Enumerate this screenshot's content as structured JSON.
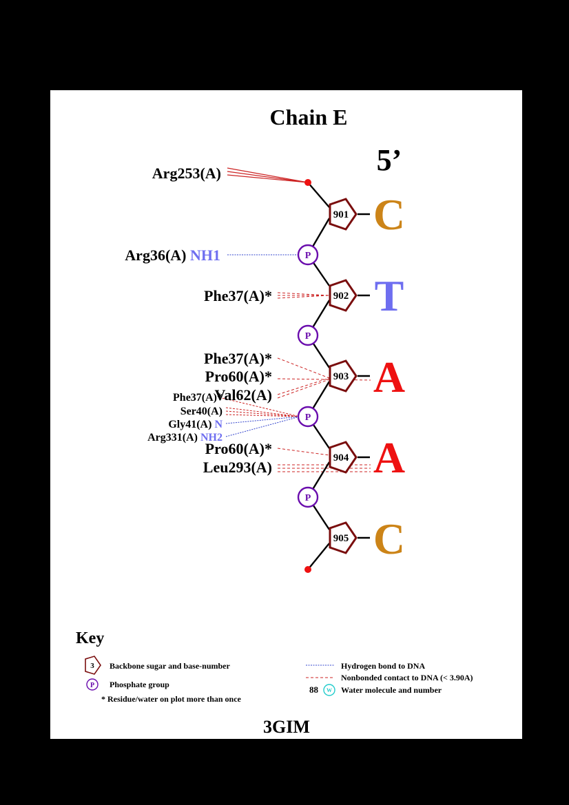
{
  "title": "Chain E",
  "strand_end": "5’",
  "pdb_code": "3GIM",
  "colors": {
    "sugar": "#7a0e0e",
    "phosphate": "#6a0dad",
    "hbond": "#3344cc",
    "nonbonded": "#cc2222",
    "atom_blue": "#6e6ef0",
    "base_C": "#cc8418",
    "base_T": "#6e6ef0",
    "base_A": "#ee1111"
  },
  "nucleotides": [
    {
      "number": "901",
      "base": "C"
    },
    {
      "number": "902",
      "base": "T"
    },
    {
      "number": "903",
      "base": "A"
    },
    {
      "number": "904",
      "base": "A"
    },
    {
      "number": "905",
      "base": "C"
    }
  ],
  "phosphate_label": "P",
  "residues": [
    {
      "label": "Arg253(A)",
      "atom": ""
    },
    {
      "label": "Arg36(A)",
      "atom": "NH1"
    },
    {
      "label": "Phe37(A)*",
      "atom": ""
    },
    {
      "label": "Phe37(A)*",
      "atom": ""
    },
    {
      "label": "Pro60(A)*",
      "atom": ""
    },
    {
      "label": "Val62(A)",
      "atom": ""
    },
    {
      "label": "Phe37(A)*",
      "atom": ""
    },
    {
      "label": "Ser40(A)",
      "atom": ""
    },
    {
      "label": "Gly41(A)",
      "atom": "N"
    },
    {
      "label": "Arg331(A)",
      "atom": "NH2"
    },
    {
      "label": "Pro60(A)*",
      "atom": ""
    },
    {
      "label": "Leu293(A)",
      "atom": ""
    }
  ],
  "key": {
    "title": "Key",
    "sugar_example_number": "3",
    "sugar_text": "Backbone sugar and base-number",
    "phosphate_text": "Phosphate group",
    "repeat_text": "* Residue/water on plot more than once",
    "hbond_text": "Hydrogen bond to DNA",
    "nonbonded_text": "Nonbonded contact to DNA (< 3.90A)",
    "water_number": "88",
    "water_symbol": "W",
    "water_text": "Water molecule and number"
  }
}
